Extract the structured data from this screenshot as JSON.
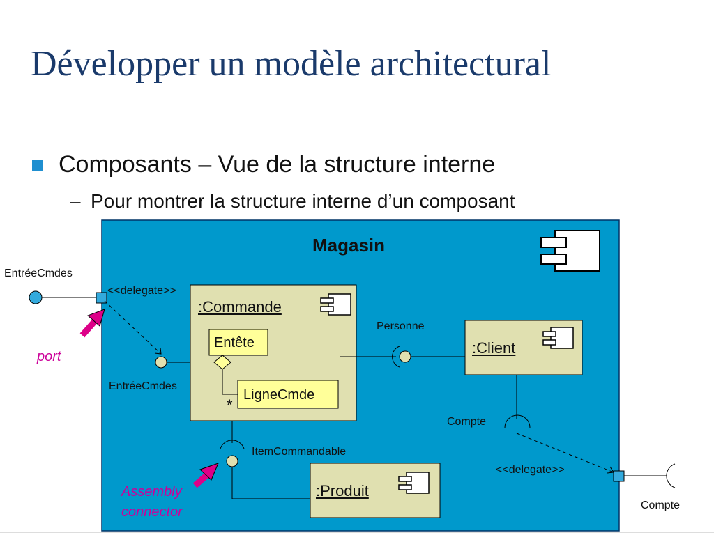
{
  "slide": {
    "title": "Développer un modèle architectural",
    "bullet1": "Composants – Vue de la structure interne",
    "dash": "–",
    "bullet2": "Pour montrer la structure interne d’un composant"
  },
  "diagram": {
    "container": "Magasin",
    "components": {
      "commande": ":Commande",
      "client": ":Client",
      "produit": ":Produit"
    },
    "parts": {
      "entete": "Entête",
      "lignecmde": "LigneCmde",
      "multiplicity": "*"
    },
    "labels": {
      "entree_cmdes_outer": "EntréeCmdes",
      "entree_cmdes_inner": "EntréeCmdes",
      "delegate_top": "<<delegate>>",
      "delegate_bottom": "<<delegate>>",
      "personne": "Personne",
      "compte_inner": "Compte",
      "compte_outer": "Compte",
      "item_commandable": "ItemCommandable",
      "port": "port",
      "assembly_line1": "Assembly",
      "assembly_line2": "connector"
    }
  },
  "colors": {
    "title": "#1a3a6b",
    "bullet": "#1f8fd0",
    "container_bg": "#0099cc",
    "component_bg": "#e0e0b0",
    "part_bg": "#ffff99",
    "port": "#33aadd",
    "annotation": "#cc0099",
    "arrow": "#dd0088"
  }
}
